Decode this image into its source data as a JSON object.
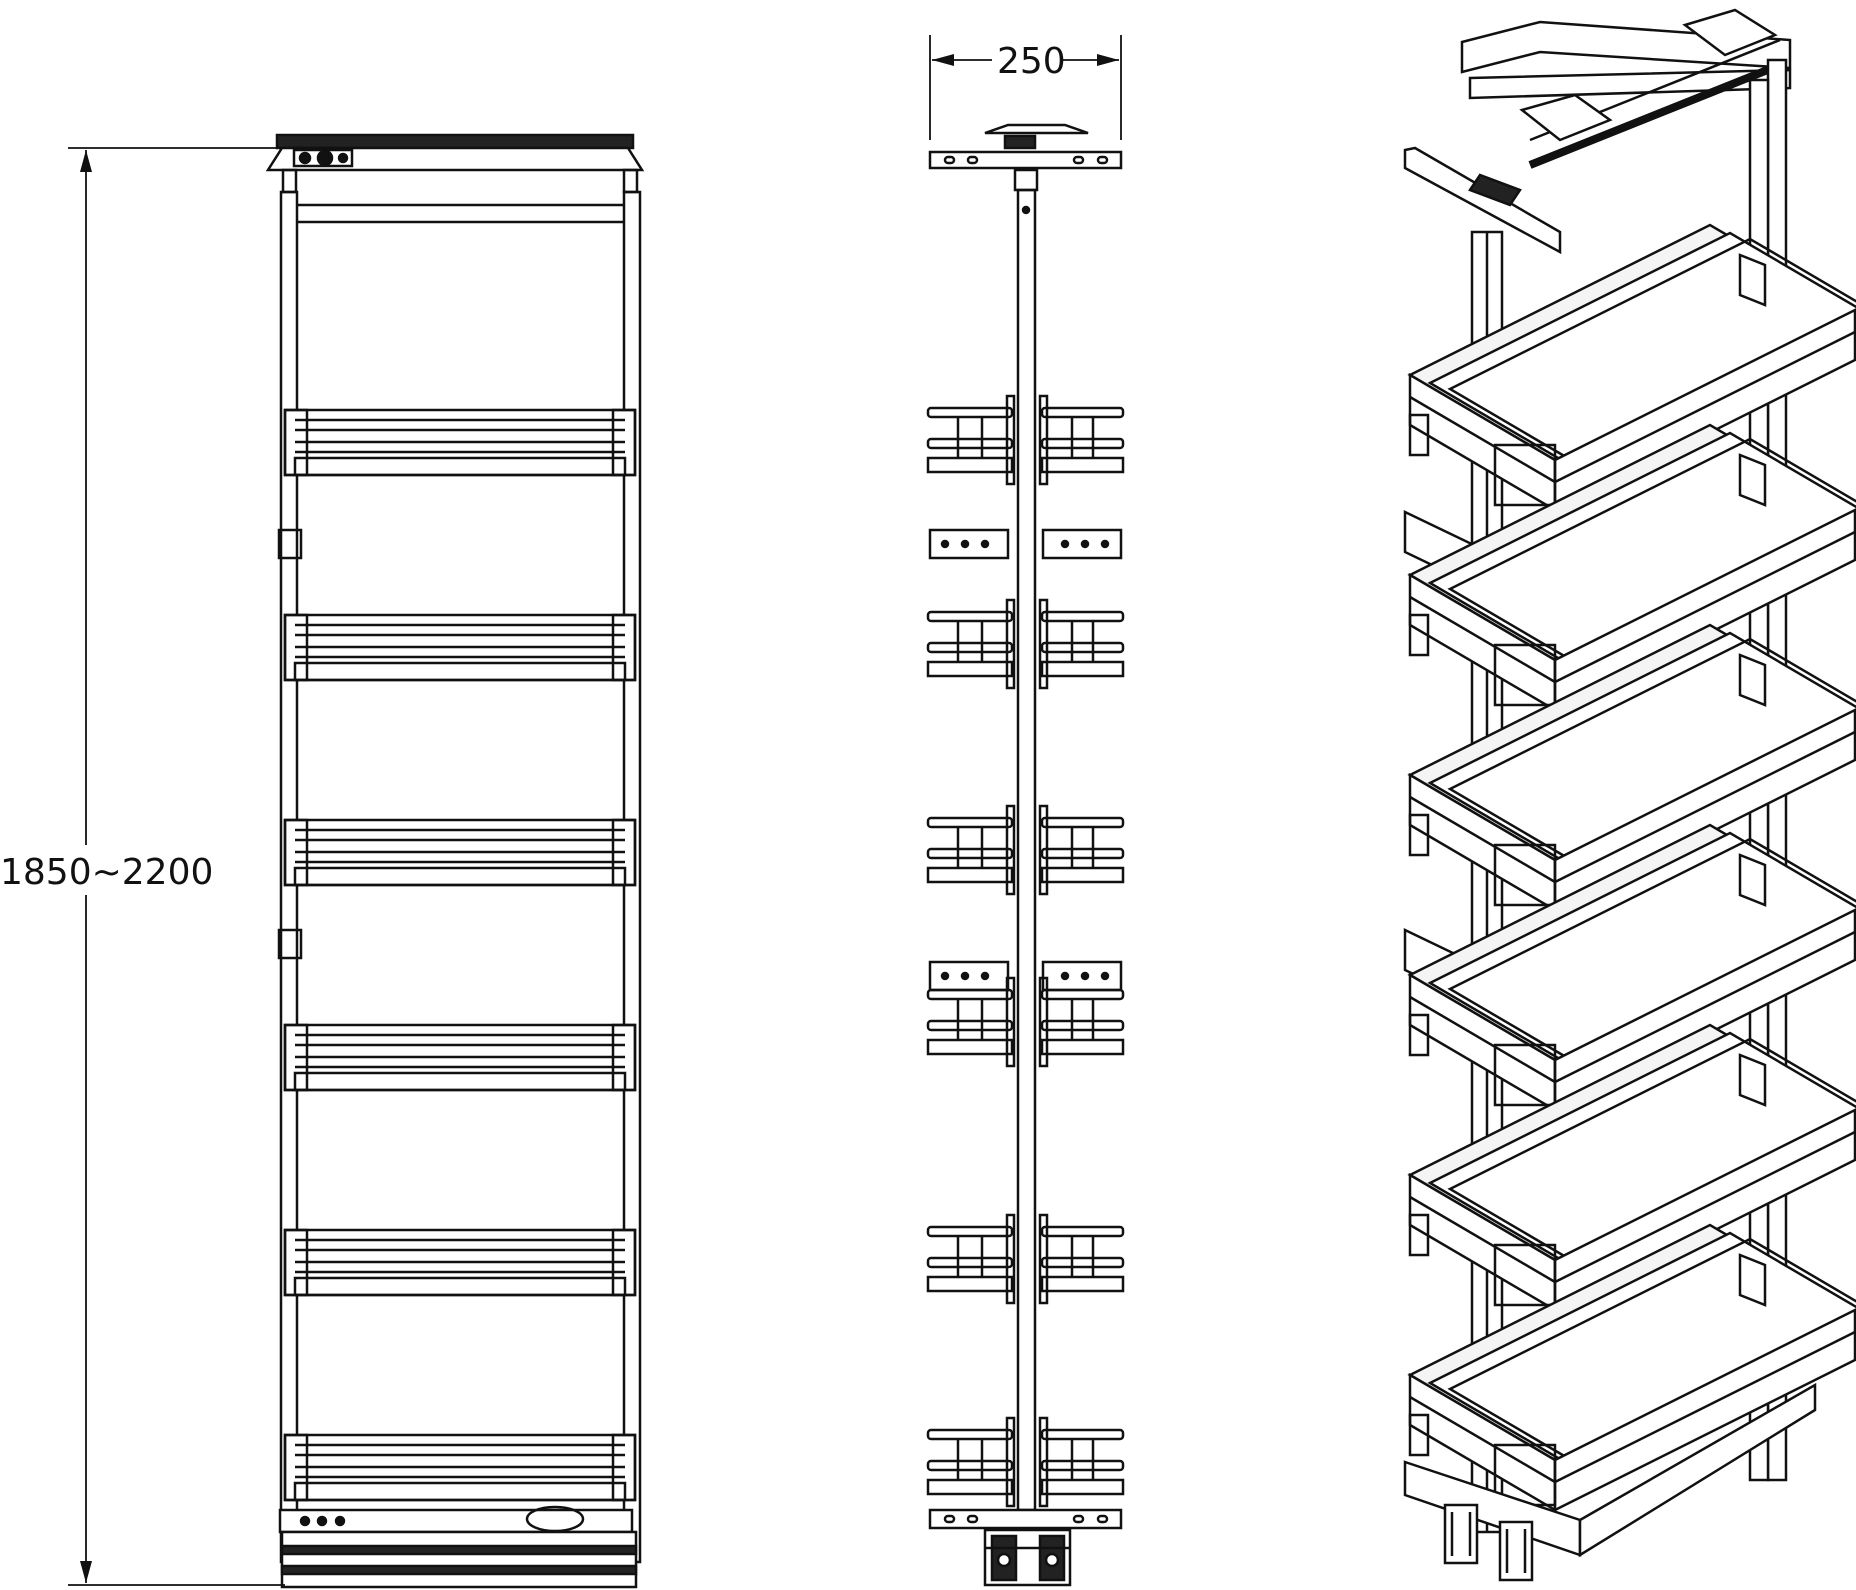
{
  "dimensions": {
    "height_label": "1850~2200",
    "width_label": "250"
  },
  "views": {
    "front": {
      "shelf_count": 6
    },
    "side": {
      "basket_count": 6,
      "mounting_bracket_count": 2
    },
    "isometric": {
      "shelf_count": 6,
      "side_bracket_count": 2
    }
  },
  "colors": {
    "line": "#111111",
    "fill_light": "#f4f4f4",
    "fill_dark": "#222222",
    "background": "#ffffff"
  }
}
